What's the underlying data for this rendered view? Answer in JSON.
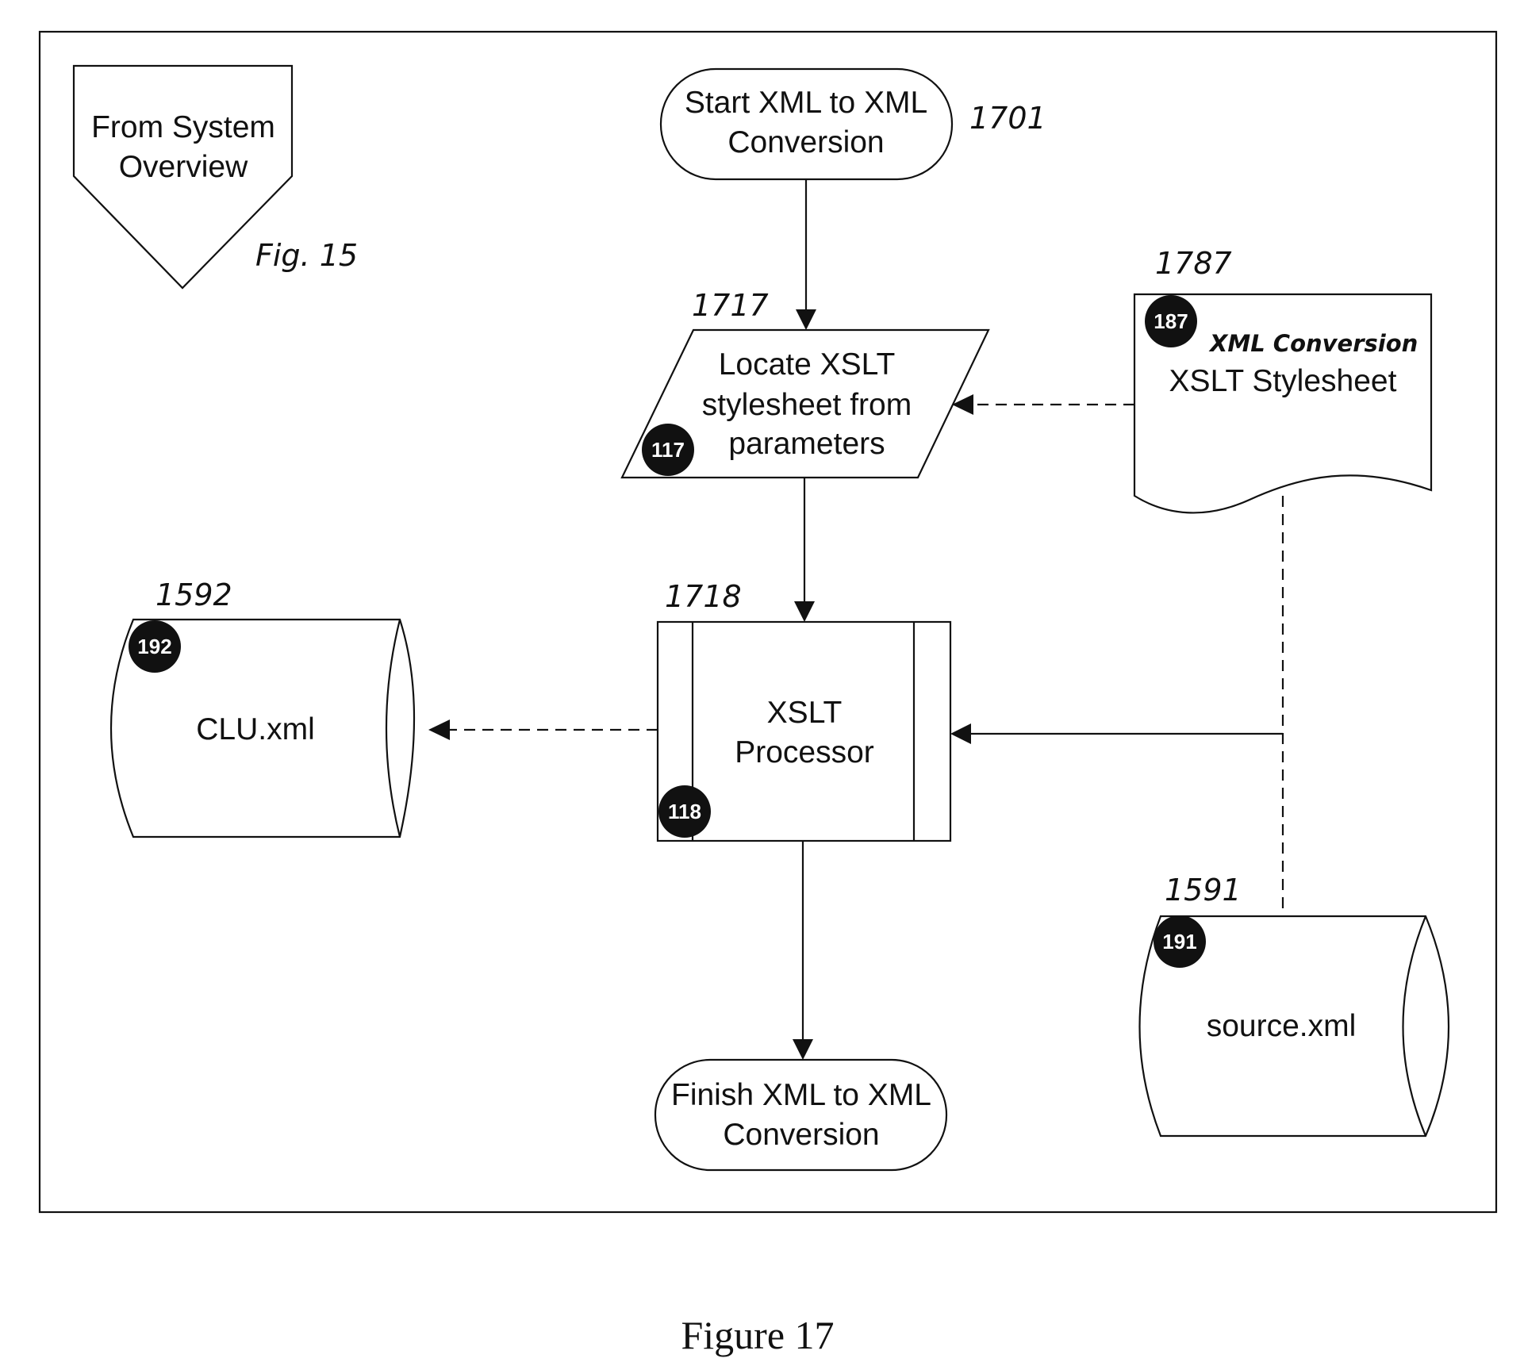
{
  "offpage": {
    "line1": "From System",
    "line2": "Overview",
    "ref": "Fig. 15"
  },
  "start": {
    "line1": "Start XML to XML",
    "line2": "Conversion",
    "ref": "1701"
  },
  "locate": {
    "line1": "Locate XSLT",
    "line2": "stylesheet from",
    "line3": "parameters",
    "ref": "1717",
    "badge": "117"
  },
  "stylesheet": {
    "note": "XML Conversion",
    "line1": "XSLT Stylesheet",
    "ref": "1787",
    "badge": "187"
  },
  "processor": {
    "line1": "XSLT",
    "line2": "Processor",
    "ref": "1718",
    "badge": "118"
  },
  "clu": {
    "label": "CLU.xml",
    "ref": "1592",
    "badge": "192"
  },
  "source": {
    "label": "source.xml",
    "ref": "1591",
    "badge": "191"
  },
  "finish": {
    "line1": "Finish XML to XML",
    "line2": "Conversion"
  },
  "caption": "Figure 17"
}
